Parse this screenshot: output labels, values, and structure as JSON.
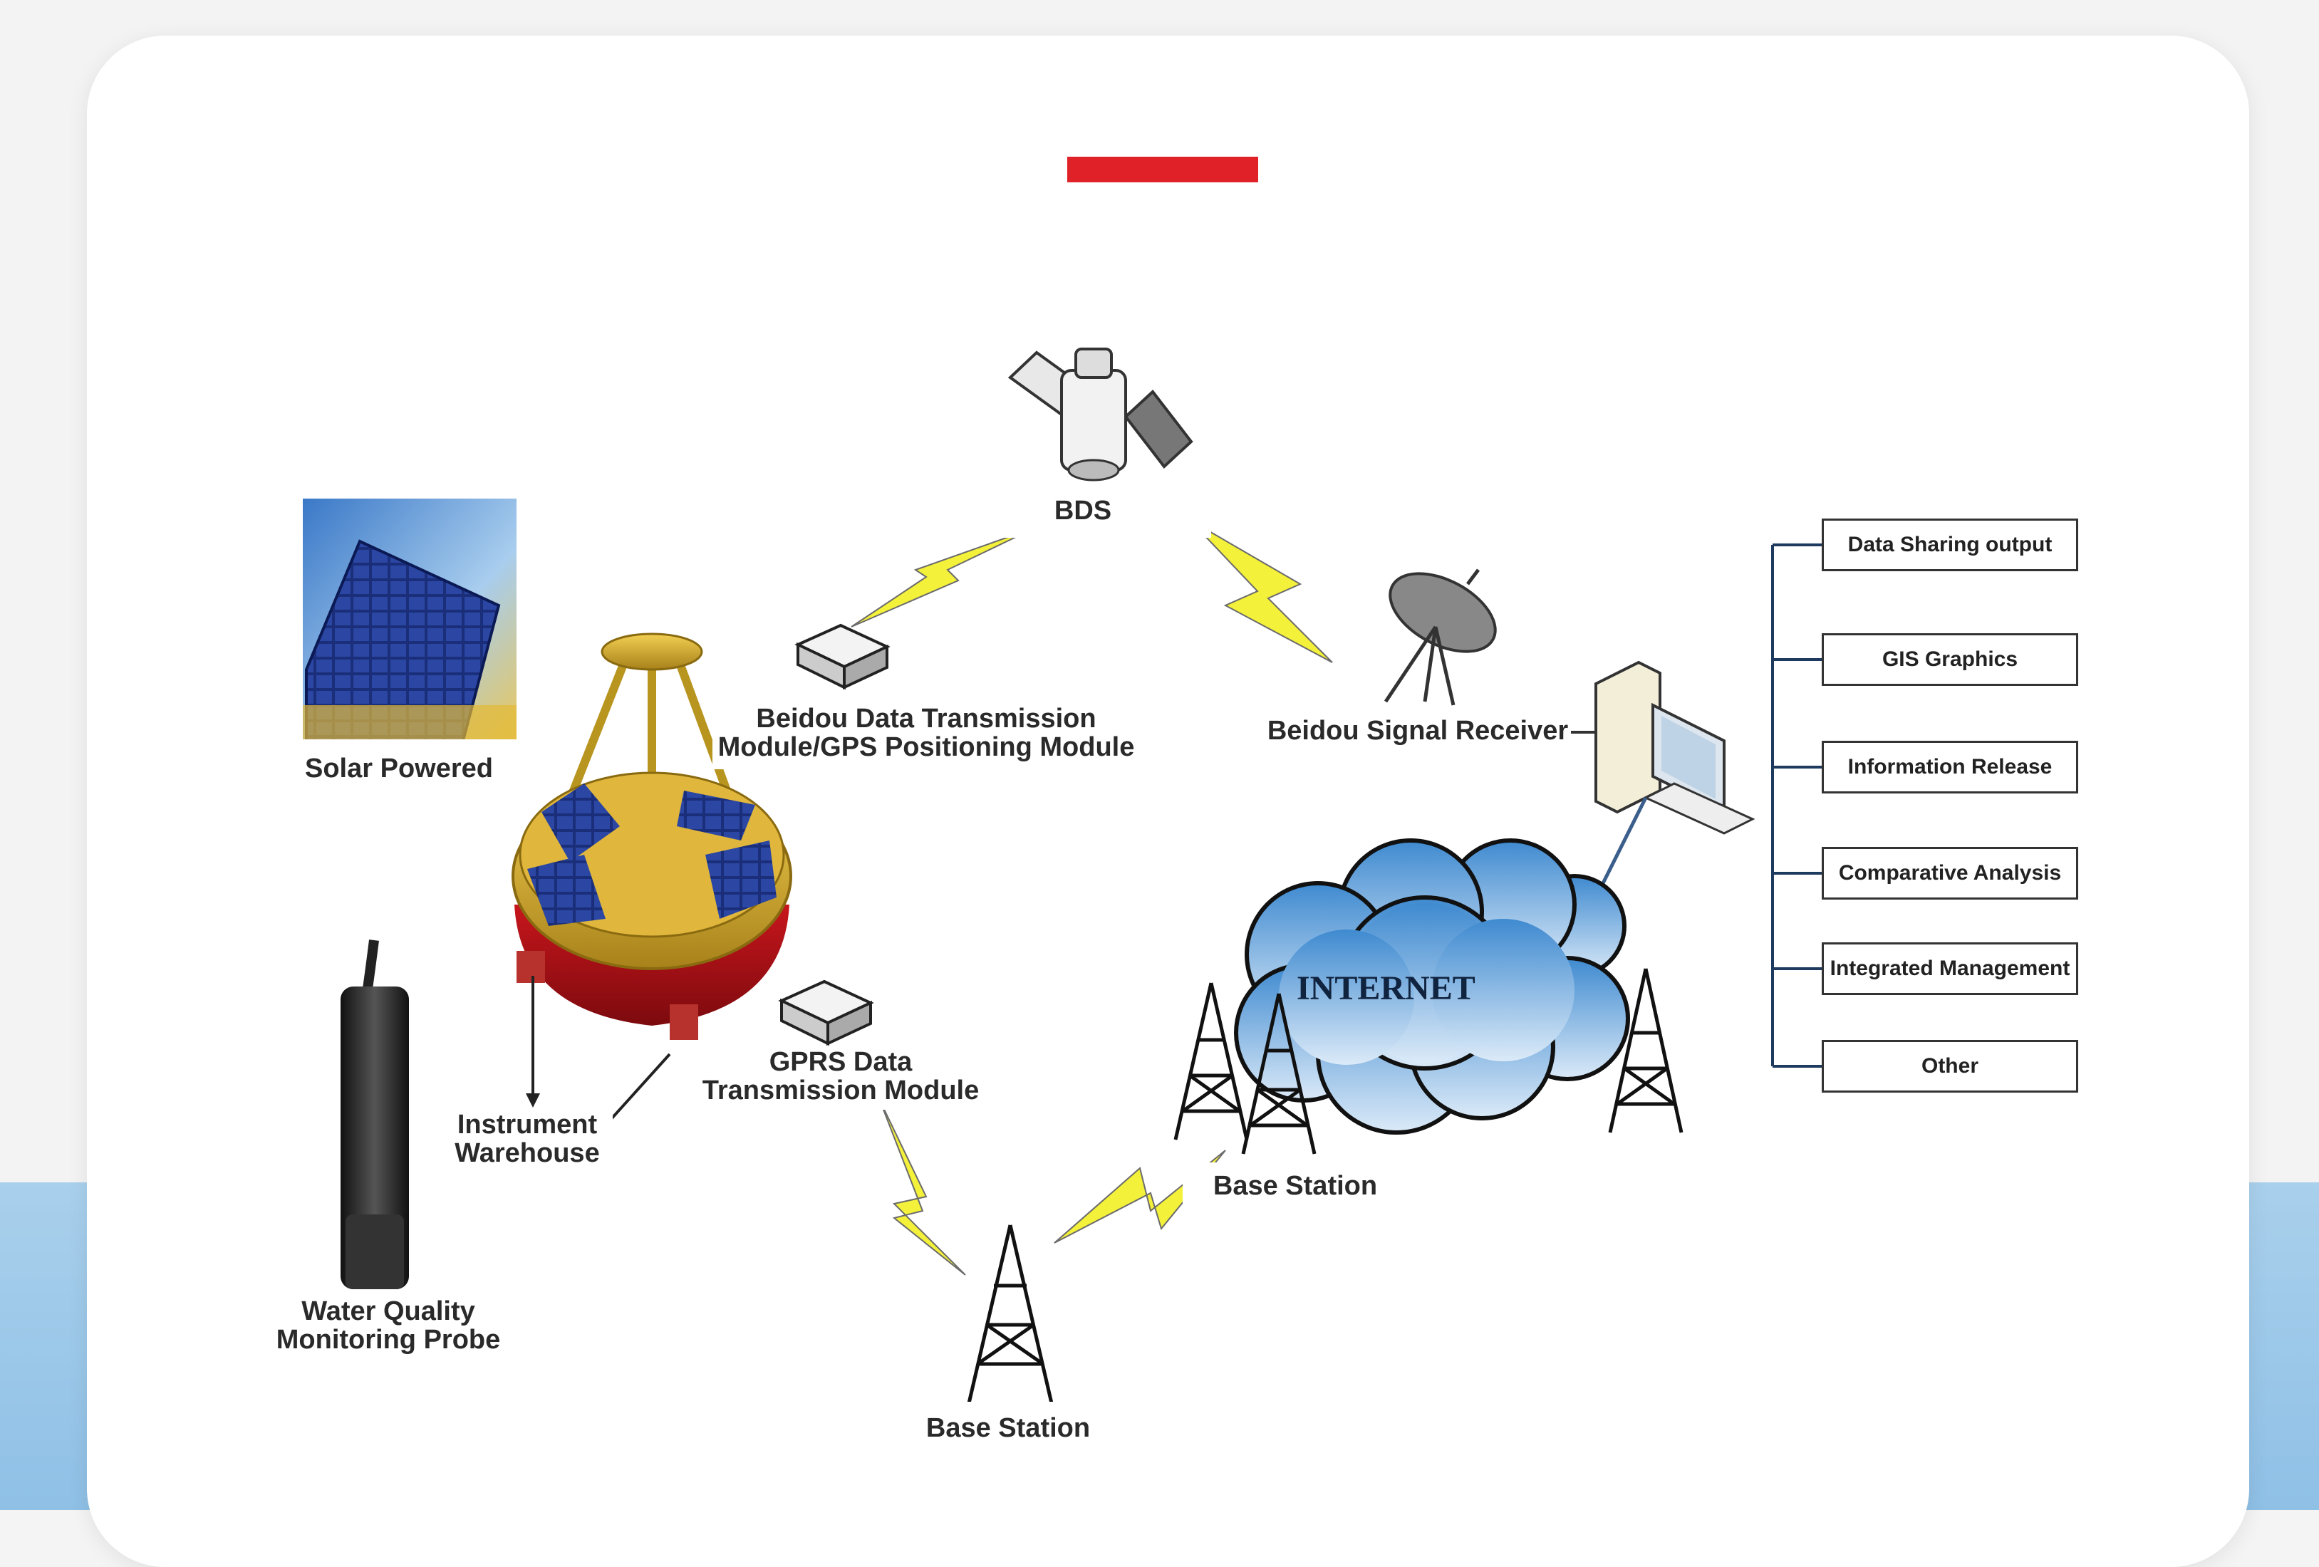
{
  "colors": {
    "accent": "#e02127",
    "card": "#ffffff",
    "bottom_band": "#a9d0ec",
    "lightning": "#f4f13a",
    "cloud": "#9fcbe9"
  },
  "diagram": {
    "satellite_label": "BDS",
    "solar_label": "Solar Powered",
    "beidou_module_label_line1": "Beidou Data Transmission",
    "beidou_module_label_line2": "Module/GPS Positioning Module",
    "receiver_label": "Beidou Signal Receiver",
    "gprs_label_line1": "GPRS Data",
    "gprs_label_line2": "Transmission Module",
    "warehouse_label_line1": "Instrument",
    "warehouse_label_line2": "Warehouse",
    "probe_label_line1": "Water Quality",
    "probe_label_line2": "Monitoring Probe",
    "base_station_bottom_label": "Base Station",
    "base_station_right_label": "Base Station",
    "internet_label": "INTERNET",
    "outputs": [
      "Data Sharing output",
      "GIS Graphics",
      "Information Release",
      "Comparative Analysis",
      "Integrated Management",
      "Other"
    ]
  },
  "icons": [
    "satellite-icon",
    "buoy-icon",
    "solar-panel-icon",
    "probe-icon",
    "module-icon",
    "dish-antenna-icon",
    "computer-icon",
    "tower-icon",
    "cloud-icon",
    "lightning-icon"
  ]
}
